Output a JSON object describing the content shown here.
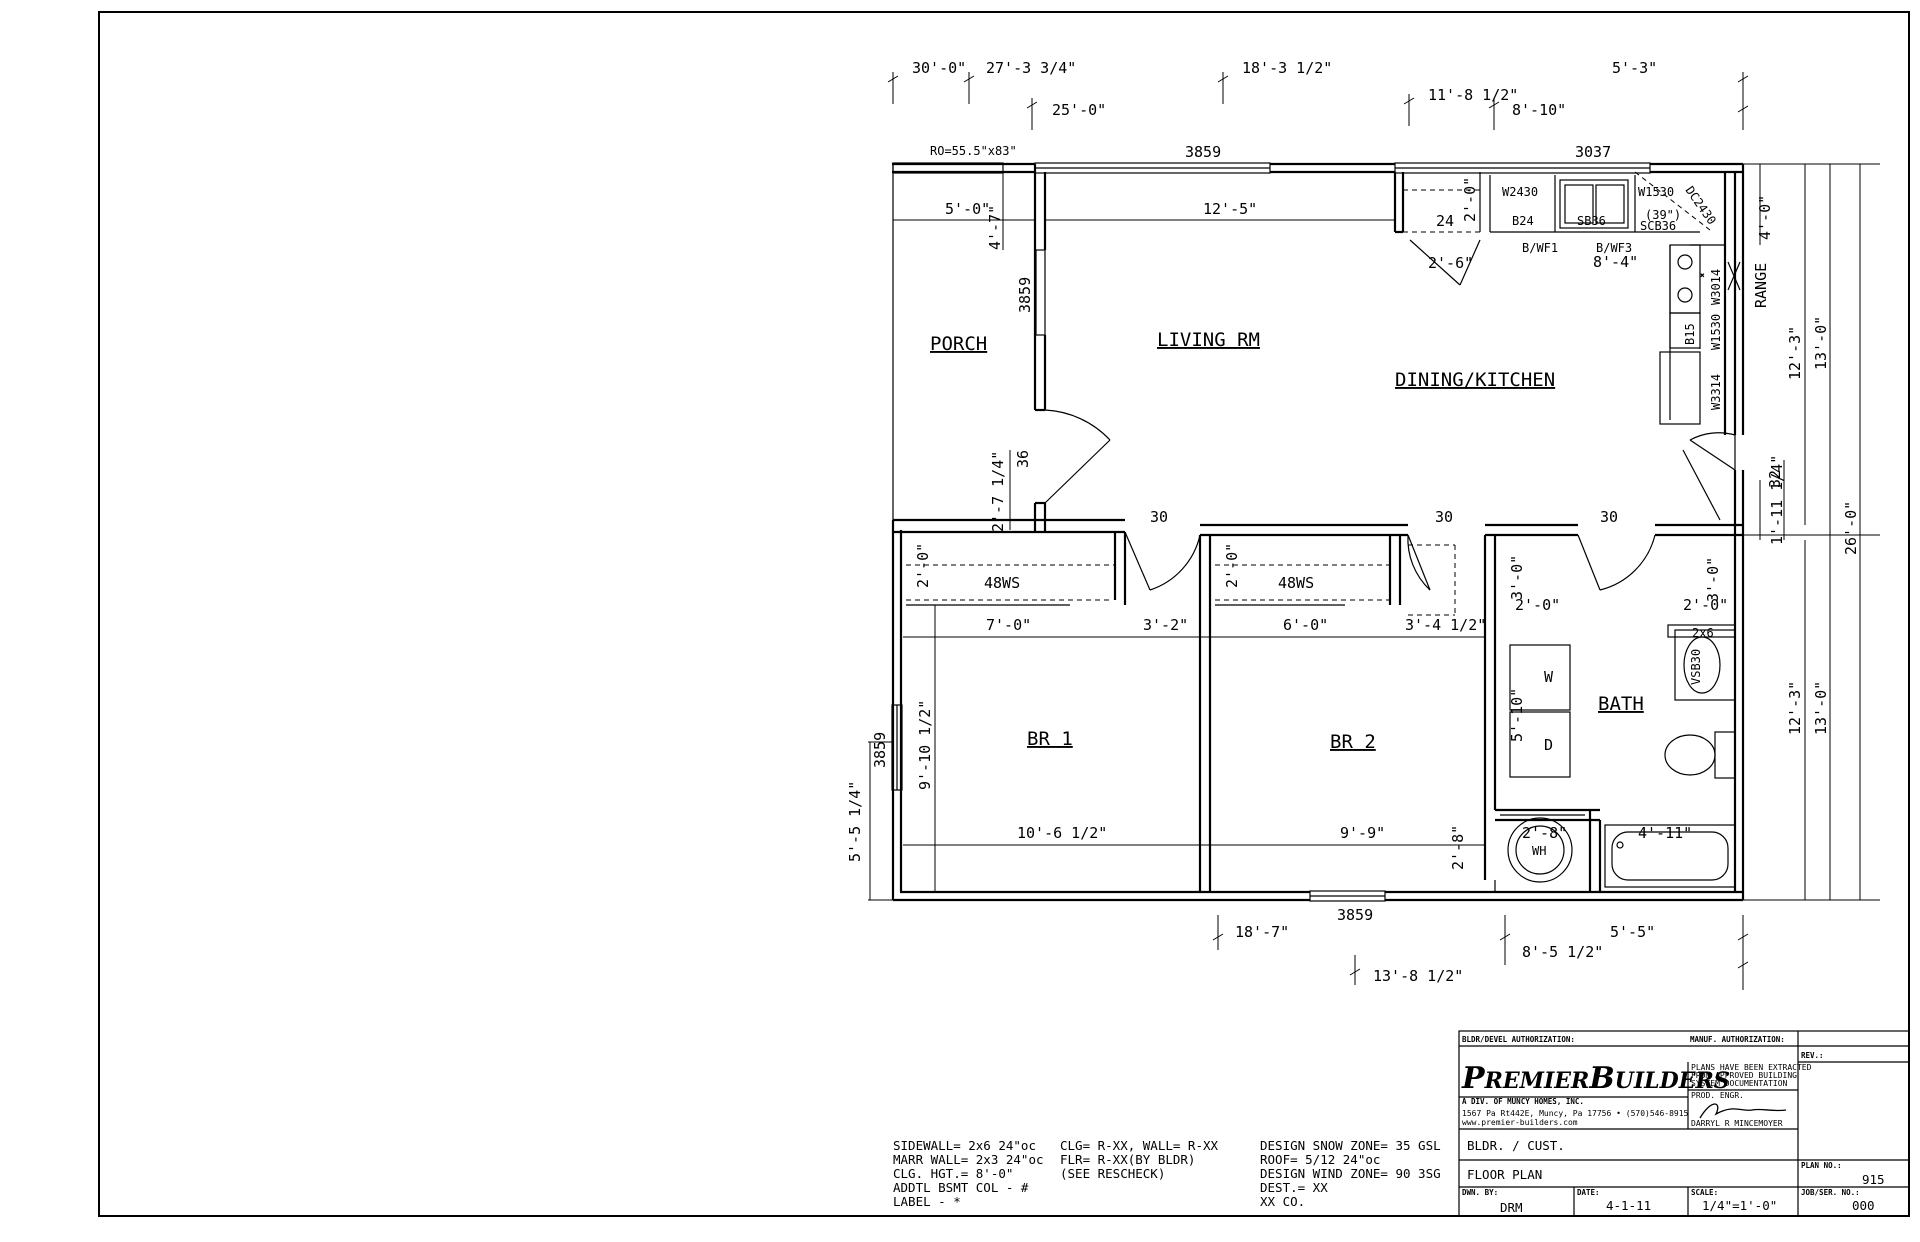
{
  "plan": {
    "rooms": {
      "porch": "PORCH",
      "living": "LIVING RM",
      "dining_kitchen": "DINING/KITCHEN",
      "br1": "BR 1",
      "br2": "BR 2",
      "bath": "BATH"
    },
    "top_dims": {
      "d1": "30'-0\"",
      "d2": "27'-3  3/4\"",
      "d3": "25'-0\"",
      "d4": "18'-3  1/2\"",
      "d5": "11'-8  1/2\"",
      "d6": "8'-10\"",
      "d7": "5'-3\""
    },
    "bottom_dims": {
      "d1": "18'-7\"",
      "d2": "13'-8  1/2\"",
      "d3": "8'-5  1/2\"",
      "d4": "5'-5\""
    },
    "right_dims": {
      "r1": "4'-0\"",
      "r2": "12'-3\"",
      "r3": "13'-0\"",
      "r4": "32",
      "r5": "1'-11  1/4\"",
      "r6": "26'-0\"",
      "r7": "12'-3\"",
      "r8": "13'-0\""
    },
    "left_dims": {
      "l1": "3859",
      "l2": "5'-5  1/4\""
    },
    "windows": {
      "ro": "RO=55.5\"x83\"",
      "w_top1": "3859",
      "w_top2": "3037",
      "w_porch": "3859",
      "w_bottom": "3859"
    },
    "interior_dims": {
      "porch_w": "5'-0\"",
      "porch_h": "4'-7\"",
      "living_w": "12'-5\"",
      "porch_door": "36",
      "porch_side": "2'-7  1/4\"",
      "door_a": "30",
      "door_b": "30",
      "door_c": "30",
      "closet1_w": "7'-0\"",
      "closet1_d": "2'-0\"",
      "closet1_lbl": "48WS",
      "closet_gap1": "3'-2\"",
      "closet2_w": "6'-0\"",
      "closet2_d": "2'-0\"",
      "closet2_lbl": "48WS",
      "closet_gap2": "3'-4  1/2\"",
      "br1_h": "9'-10  1/2\"",
      "br1_w": "10'-6  1/2\"",
      "br2_w": "9'-9\"",
      "laundry_h": "3'-0\"",
      "laundry_w": "2'-0\"",
      "laundry_d": "5'-10\"",
      "bath_rh": "3'-0\"",
      "bath_w": "2'-0\"",
      "bath_2x6": "2x6",
      "wh_w": "2'-8\"",
      "wh_d": "2'-8\"",
      "tub_w": "4'-11\"",
      "pantry_w": "24",
      "pantry_d": "2'-0\"",
      "pantry_door": "2'-6\""
    },
    "kitchen": {
      "w2430": "W2430",
      "w1530": "W1530",
      "dc2430": "DC2430",
      "b24": "B24",
      "sb36": "SB36",
      "scb36": "SCB36",
      "c39": "(39\")",
      "bwf1": "B/WF1",
      "bwf3": "B/WF3",
      "run": "8'-4\"",
      "w3014": "W3014",
      "b15": "B15",
      "w1530b": "W1530",
      "w3314": "W3314",
      "range": "RANGE"
    },
    "fixtures": {
      "washer": "W",
      "dryer": "D",
      "wh": "WH",
      "vanity": "VSB30"
    }
  },
  "notes": {
    "col1": [
      "SIDEWALL=  2x6 24\"oc",
      "MARR WALL= 2x3 24\"oc",
      "CLG. HGT.=  8'-0\"",
      "ADDTL BSMT COL - #",
      "LABEL - *"
    ],
    "col2": [
      "CLG= R-XX, WALL= R-XX",
      "  FLR= R-XX(BY BLDR)",
      "  (SEE RESCHECK)"
    ],
    "col3": [
      "DESIGN SNOW ZONE= 35 GSL",
      "ROOF= 5/12 24\"oc",
      "DESIGN WIND ZONE= 90 3SG",
      "DEST.= XX",
      "      XX CO."
    ]
  },
  "title_block": {
    "bldr_auth": "BLDR/DEVEL AUTHORIZATION:",
    "manuf_auth": "MANUF. AUTHORIZATION:",
    "brand_p": "P",
    "brand_remier": "REMIER",
    "brand_b": "B",
    "brand_uilders": "UILDERS",
    "division": "A DIV. OF MUNCY HOMES, INC.",
    "address": "1567 Pa Rt442E, Muncy, Pa 17756  •  (570)546-8915",
    "web": "www.premier-builders.com",
    "extract_note": [
      "PLANS HAVE BEEN EXTRACTED",
      "FROM APPROVED BUILDING",
      "SYSTEM DOCUMENTATION"
    ],
    "prod_engr": "PROD. ENGR.",
    "engineer": "DARRYL R MINCEMOYER",
    "rev": "REV.:",
    "bldr_cust": "BLDR. / CUST.",
    "sheet_title": "FLOOR PLAN",
    "plan_no_lbl": "PLAN NO.:",
    "plan_no": "915",
    "dwn_lbl": "DWN. BY:",
    "dwn": "DRM",
    "date_lbl": "DATE:",
    "date": "4-1-11",
    "scale_lbl": "SCALE:",
    "scale": "1/4\"=1'-0\"",
    "job_lbl": "JOB/SER. NO.:",
    "job": "000"
  }
}
